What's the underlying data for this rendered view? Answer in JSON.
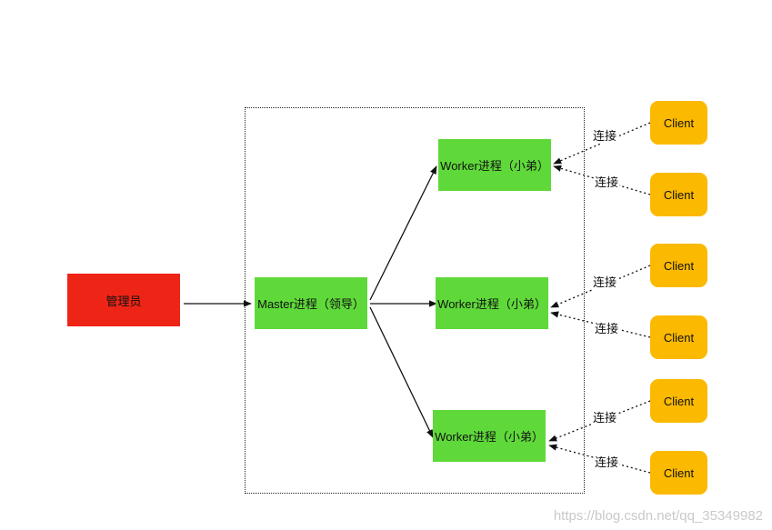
{
  "admin": {
    "label": "管理员"
  },
  "master": {
    "label": "Master进程（领导）"
  },
  "workers": [
    {
      "label": "Worker进程（小弟）"
    },
    {
      "label": "Worker进程（小弟）"
    },
    {
      "label": "Worker进程（小弟）"
    }
  ],
  "clients": [
    {
      "label": "Client"
    },
    {
      "label": "Client"
    },
    {
      "label": "Client"
    },
    {
      "label": "Client"
    },
    {
      "label": "Client"
    },
    {
      "label": "Client"
    }
  ],
  "connections": [
    {
      "label": "连接"
    },
    {
      "label": "连接"
    },
    {
      "label": "连接"
    },
    {
      "label": "连接"
    },
    {
      "label": "连接"
    },
    {
      "label": "连接"
    }
  ],
  "watermark": "https://blog.csdn.net/qq_35349982",
  "colors": {
    "admin": "#ee2516",
    "process": "#5fd93a",
    "client": "#fbb900"
  }
}
